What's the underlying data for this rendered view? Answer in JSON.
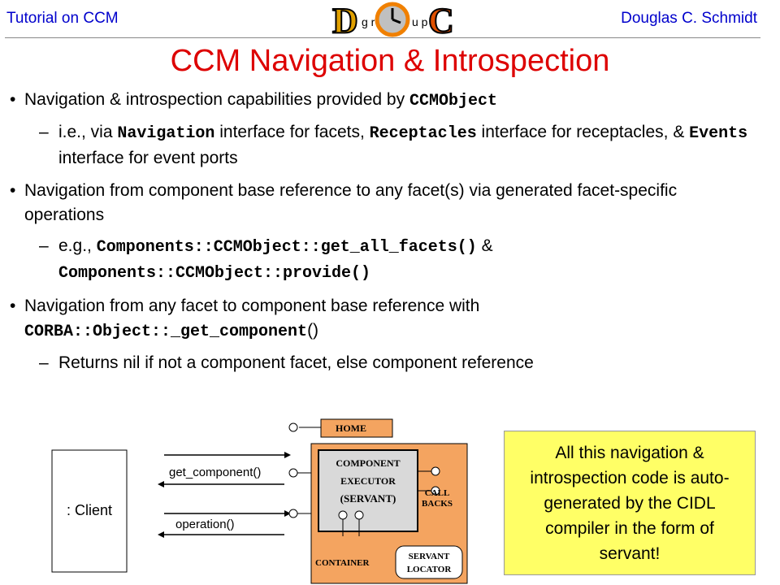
{
  "header": {
    "left": "Tutorial on CCM",
    "right": "Douglas C. Schmidt",
    "logo_letters": [
      "D",
      "O",
      "C"
    ]
  },
  "title": "CCM Navigation & Introspection",
  "bullets": [
    {
      "type": "bullet",
      "parts": [
        {
          "t": "Navigation & introspection capabilities provided by "
        },
        {
          "t": "CCMObject",
          "code": true
        }
      ]
    },
    {
      "type": "sub",
      "parts": [
        {
          "t": "i.e., via "
        },
        {
          "t": "Navigation",
          "code": true
        },
        {
          "t": " interface for facets, "
        },
        {
          "t": "Receptacles",
          "code": true
        },
        {
          "t": " interface for receptacles, & "
        },
        {
          "t": "Events",
          "code": true
        },
        {
          "t": " interface for event ports"
        }
      ]
    },
    {
      "type": "bullet",
      "parts": [
        {
          "t": "Navigation from component base reference to any facet(s) via generated facet-specific operations"
        }
      ]
    },
    {
      "type": "sub",
      "parts": [
        {
          "t": "e.g., "
        },
        {
          "t": "Components::CCMObject::get_all_facets()",
          "code": true
        },
        {
          "t": " & "
        },
        {
          "t": "Components::CCMObject::provide()",
          "code": true
        }
      ]
    },
    {
      "type": "bullet",
      "parts": [
        {
          "t": "Navigation from any facet to component base reference with "
        },
        {
          "t": "CORBA::Object::_get_component",
          "code": true
        },
        {
          "t": "()"
        }
      ]
    },
    {
      "type": "sub",
      "parts": [
        {
          "t": "Returns nil if not a component facet, else component reference"
        }
      ]
    }
  ],
  "diagram": {
    "client_label": ": Client",
    "arrow_top_label": "get_component()",
    "arrow_bottom_label": "operation()",
    "home_label": "HOME",
    "component_executor_line1": "COMPONENT",
    "component_executor_line2": "EXECUTOR",
    "component_executor_line3": "(SERVANT)",
    "callbacks_line1": "CALL",
    "callbacks_line2": "BACKS",
    "container_label": "CONTAINER",
    "servant_locator_line1": "SERVANT",
    "servant_locator_line2": "LOCATOR",
    "colors": {
      "container_fill": "#f4a460",
      "executor_fill": "#d9d9d9",
      "home_fill": "#f4a460"
    }
  },
  "note": {
    "text": "All this navigation & introspection code is auto-generated by the CIDL compiler in the form of servant!",
    "color": "#ffff66"
  }
}
